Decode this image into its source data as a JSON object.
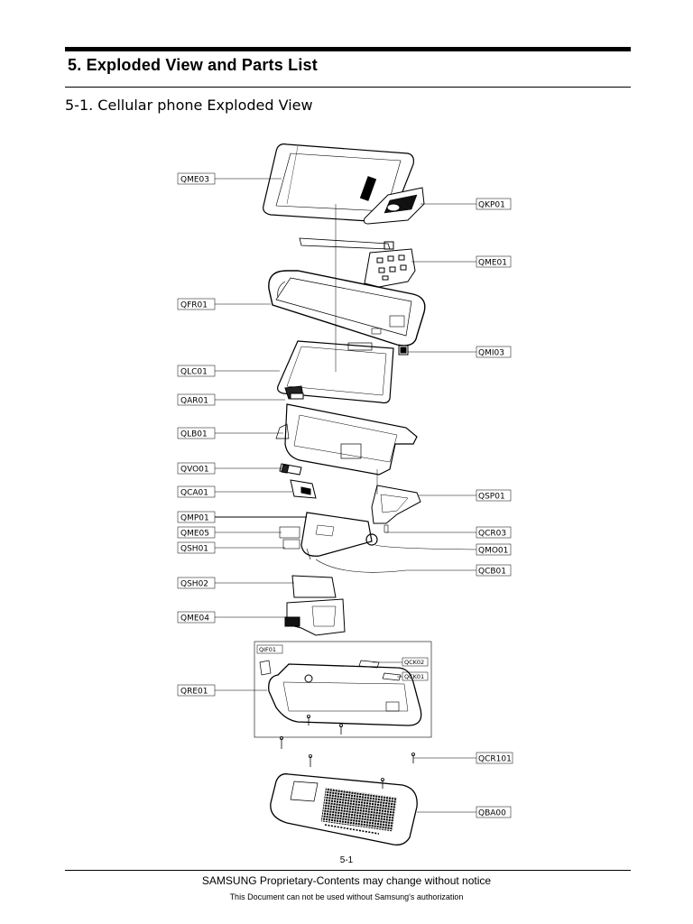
{
  "header": {
    "section_title": "5. Exploded View and Parts List",
    "subsection_title": "5-1. Cellular phone Exploded View"
  },
  "diagram": {
    "callouts_left": [
      "QME03",
      "QFR01",
      "QLC01",
      "QAR01",
      "QLB01",
      "QVO01",
      "QCA01",
      "QMP01",
      "QME05",
      "QSH01",
      "QSH02",
      "QME04",
      "QRE01"
    ],
    "callouts_right": [
      "QKP01",
      "QME01",
      "QMI03",
      "QSP01",
      "QCR03",
      "QMO01",
      "QCB01",
      "QCR101",
      "QBA00"
    ],
    "callouts_inset": [
      "QIF01",
      "QCK02",
      "QCK01"
    ]
  },
  "footer": {
    "page_number": "5-1",
    "line1": "SAMSUNG Proprietary-Contents may change without notice",
    "line2": "This Document can not be used without Samsung's authorization"
  }
}
